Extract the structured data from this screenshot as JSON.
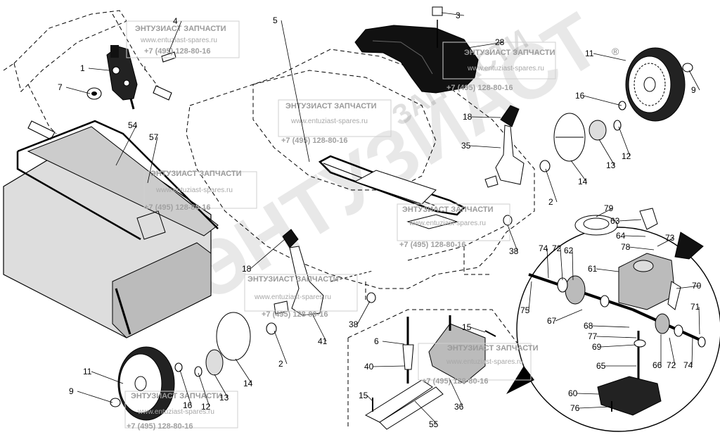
{
  "watermark": {
    "company": "ЭНТУЗИАСТ ЗАПЧАСТИ",
    "url": "www.entuziast-spares.ru",
    "phone": "+7 (495) 128-80-16",
    "big_text": "ЭНТУЗИАСТ",
    "small_text": "ЗАПЧАСТИ",
    "registered_mark": "®"
  },
  "callouts": [
    {
      "id": "c1",
      "label": "1"
    },
    {
      "id": "c2",
      "label": "2"
    },
    {
      "id": "c2b",
      "label": "2"
    },
    {
      "id": "c3",
      "label": "3"
    },
    {
      "id": "c4",
      "label": "4"
    },
    {
      "id": "c5",
      "label": "5"
    },
    {
      "id": "c6",
      "label": "6"
    },
    {
      "id": "c7",
      "label": "7"
    },
    {
      "id": "c9",
      "label": "9"
    },
    {
      "id": "c9b",
      "label": "9"
    },
    {
      "id": "c11",
      "label": "11"
    },
    {
      "id": "c11b",
      "label": "11"
    },
    {
      "id": "c12",
      "label": "12"
    },
    {
      "id": "c12b",
      "label": "12"
    },
    {
      "id": "c13",
      "label": "13"
    },
    {
      "id": "c13b",
      "label": "13"
    },
    {
      "id": "c14",
      "label": "14"
    },
    {
      "id": "c14b",
      "label": "14"
    },
    {
      "id": "c15",
      "label": "15"
    },
    {
      "id": "c15b",
      "label": "15"
    },
    {
      "id": "c16",
      "label": "16"
    },
    {
      "id": "c16b",
      "label": "16"
    },
    {
      "id": "c18",
      "label": "18"
    },
    {
      "id": "c18b",
      "label": "18"
    },
    {
      "id": "c28",
      "label": "28"
    },
    {
      "id": "c35",
      "label": "35"
    },
    {
      "id": "c36",
      "label": "36"
    },
    {
      "id": "c38",
      "label": "38"
    },
    {
      "id": "c38b",
      "label": "38"
    },
    {
      "id": "c40",
      "label": "40"
    },
    {
      "id": "c41",
      "label": "41"
    },
    {
      "id": "c54",
      "label": "54"
    },
    {
      "id": "c55",
      "label": "55"
    },
    {
      "id": "c57",
      "label": "57"
    },
    {
      "id": "c60",
      "label": "60"
    },
    {
      "id": "c61",
      "label": "61"
    },
    {
      "id": "c62",
      "label": "62"
    },
    {
      "id": "c63",
      "label": "63"
    },
    {
      "id": "c64",
      "label": "64"
    },
    {
      "id": "c65",
      "label": "65"
    },
    {
      "id": "c66",
      "label": "66"
    },
    {
      "id": "c67",
      "label": "67"
    },
    {
      "id": "c68",
      "label": "68"
    },
    {
      "id": "c69",
      "label": "69"
    },
    {
      "id": "c70",
      "label": "70"
    },
    {
      "id": "c71",
      "label": "71"
    },
    {
      "id": "c72",
      "label": "72"
    },
    {
      "id": "c72b",
      "label": "72"
    },
    {
      "id": "c73",
      "label": "73"
    },
    {
      "id": "c74",
      "label": "74"
    },
    {
      "id": "c74b",
      "label": "74"
    },
    {
      "id": "c75",
      "label": "75"
    },
    {
      "id": "c76",
      "label": "76"
    },
    {
      "id": "c77",
      "label": "77"
    },
    {
      "id": "c78",
      "label": "78"
    },
    {
      "id": "c79",
      "label": "79"
    }
  ]
}
